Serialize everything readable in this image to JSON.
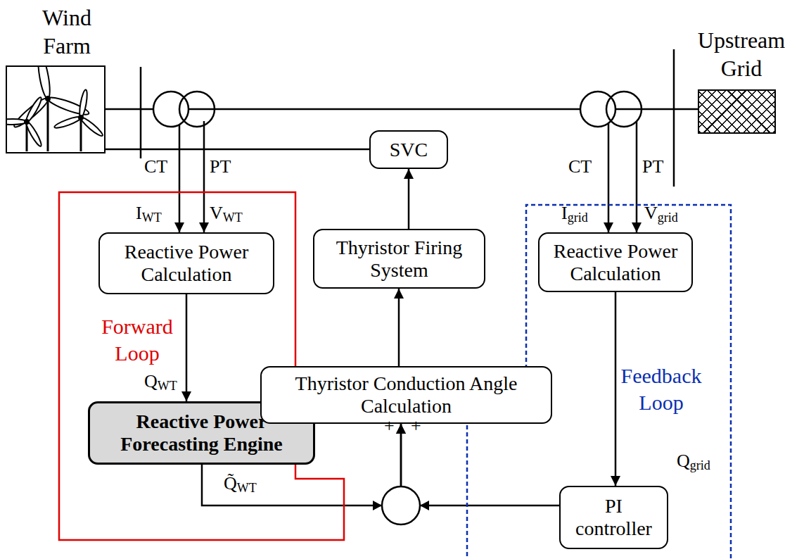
{
  "diagram": {
    "nodes": [
      {
        "text": [
          "Wind Farm"
        ]
      },
      {
        "text": [
          "SVC"
        ]
      },
      {
        "text": [
          "Upstream Grid"
        ]
      },
      {
        "text": [
          "Forward Loop"
        ]
      },
      {
        "text": [
          "Reactive Power Calculation"
        ],
        "in": 3
      },
      {
        "text": [
          "Thyristor Firing System"
        ]
      },
      {
        "text": [
          "Feedback Loop"
        ]
      },
      {
        "text": [
          "Reactive Power Calculation"
        ],
        "in": 6
      },
      {
        "text": [
          "Thyristor Conduction Angle Calculation"
        ]
      },
      {
        "text": [
          "Reactive Power Forecasting Engine"
        ],
        "in": 3
      },
      {
        "text": [
          "PI controller"
        ],
        "in": 6
      }
    ],
    "edges": [
      {
        "from": 0,
        "to": 2,
        "arrow": "none"
      },
      {
        "from": 0,
        "to": 1,
        "arrow": "none"
      },
      {
        "from": 4,
        "to": 9,
        "arrow": "to",
        "label": "QWT"
      },
      {
        "from": 9,
        "to": 8,
        "arrow": "to",
        "label": "Q̃WT"
      },
      {
        "from": 10,
        "to": 8,
        "arrow": "to"
      },
      {
        "from": 7,
        "to": 10,
        "arrow": "to",
        "label": "Qgrid"
      },
      {
        "from": 8,
        "to": 5,
        "arrow": "to"
      },
      {
        "from": 5,
        "to": 1,
        "arrow": "to"
      }
    ],
    "labels": [
      "CT",
      "PT",
      "CT",
      "PT",
      "IWT",
      "VWT",
      "Igrid",
      "Vgrid",
      "+",
      "+"
    ]
  }
}
